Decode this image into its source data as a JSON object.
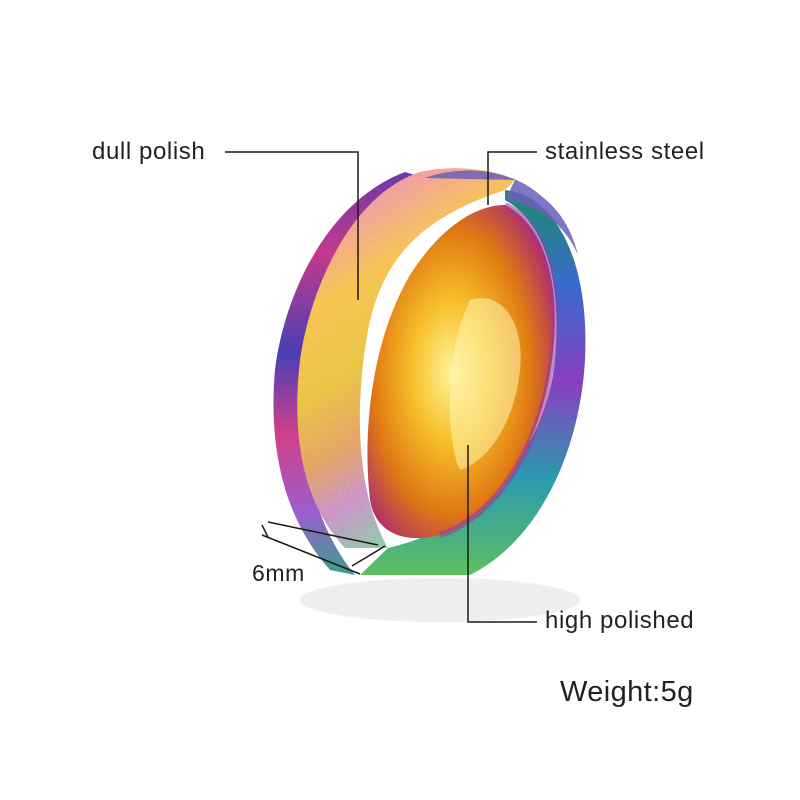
{
  "callouts": {
    "dull_polish": "dull polish",
    "stainless_steel": "stainless steel",
    "high_polished": "high polished",
    "width": "6mm"
  },
  "weight_label": "Weight:5g",
  "colors": {
    "background": "#ffffff",
    "text": "#222222",
    "leader_line": "#1a1a1a"
  }
}
